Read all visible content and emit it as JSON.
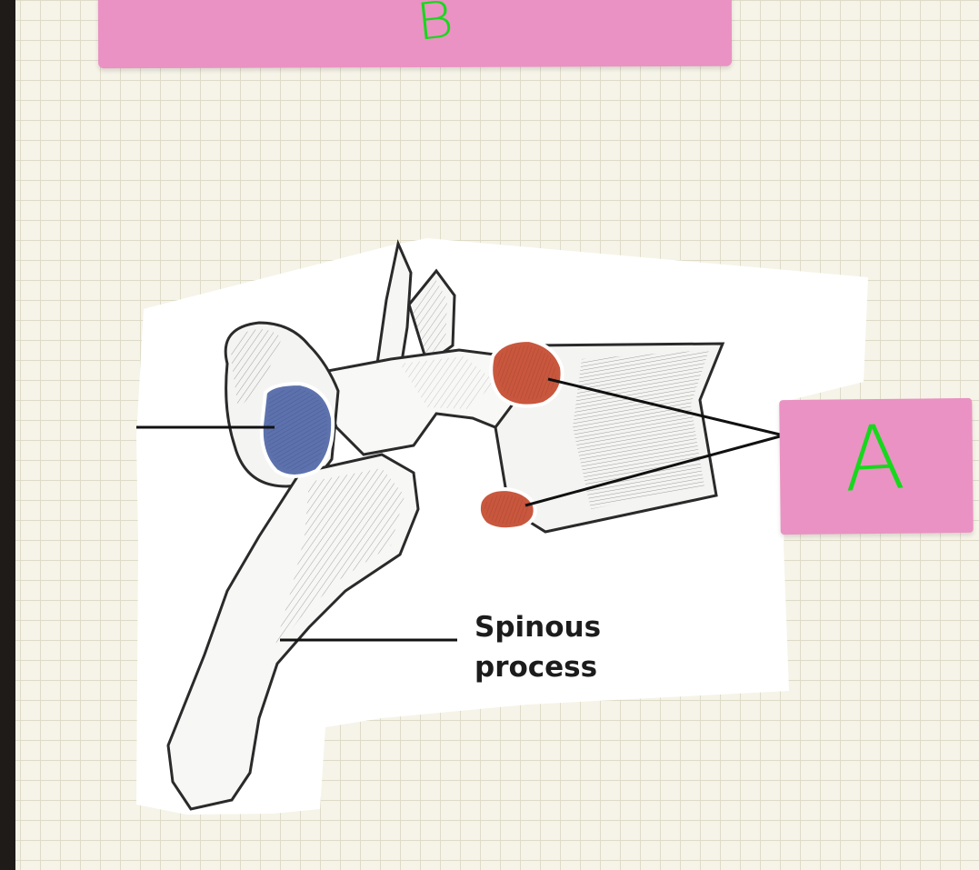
{
  "labels": {
    "box_b": "B",
    "box_a": "A",
    "spinous_line1": "Spinous",
    "spinous_line2": "process"
  },
  "colors": {
    "label_box": "#ea92c3",
    "handwriting": "#17d81c",
    "facet_superior": "#5d72ad",
    "facet_costal": "#c8573e",
    "grid_background": "#f6f4e8"
  },
  "icons": {
    "diagram": "thoracic-vertebra-illustration"
  }
}
